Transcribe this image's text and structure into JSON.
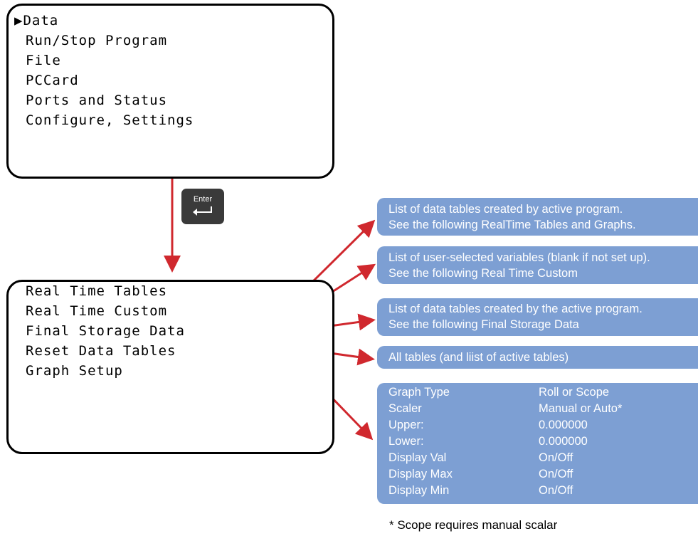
{
  "main_menu": {
    "selector": "▶",
    "items": [
      "Data",
      "Run/Stop Program",
      "File",
      "PCCard",
      "Ports and Status",
      "Configure, Settings"
    ]
  },
  "enter_key": {
    "label": "Enter"
  },
  "data_menu": {
    "items": [
      "Real Time Tables",
      "Real Time Custom",
      "Final Storage Data",
      "Reset Data Tables",
      "Graph Setup"
    ]
  },
  "callouts": {
    "real_time_tables": [
      "List of data tables created by active program.",
      "See the following RealTime Tables and Graphs."
    ],
    "real_time_custom": [
      "List of user-selected variables (blank if not set up).",
      "See the following Real Time Custom"
    ],
    "final_storage": [
      "List of data tables created by the active program.",
      "See the following Final Storage Data"
    ],
    "reset_tables": [
      "All tables (and liist of active tables)"
    ]
  },
  "graph_setup": {
    "rows": [
      {
        "label": "Graph Type",
        "value": "Roll or Scope"
      },
      {
        "label": "Scaler",
        "value": "Manual or Auto*"
      },
      {
        "label": "Upper:",
        "value": "0.000000"
      },
      {
        "label": "Lower:",
        "value": "0.000000"
      },
      {
        "label": "Display Val",
        "value": "On/Off"
      },
      {
        "label": "Display Max",
        "value": "On/Off"
      },
      {
        "label": "Display Min",
        "value": "On/Off"
      }
    ]
  },
  "footnote": "* Scope requires manual scalar",
  "colors": {
    "arrow": "#d0282e",
    "callout_bg": "#7d9fd3",
    "key_bg": "#3a3a3a"
  }
}
